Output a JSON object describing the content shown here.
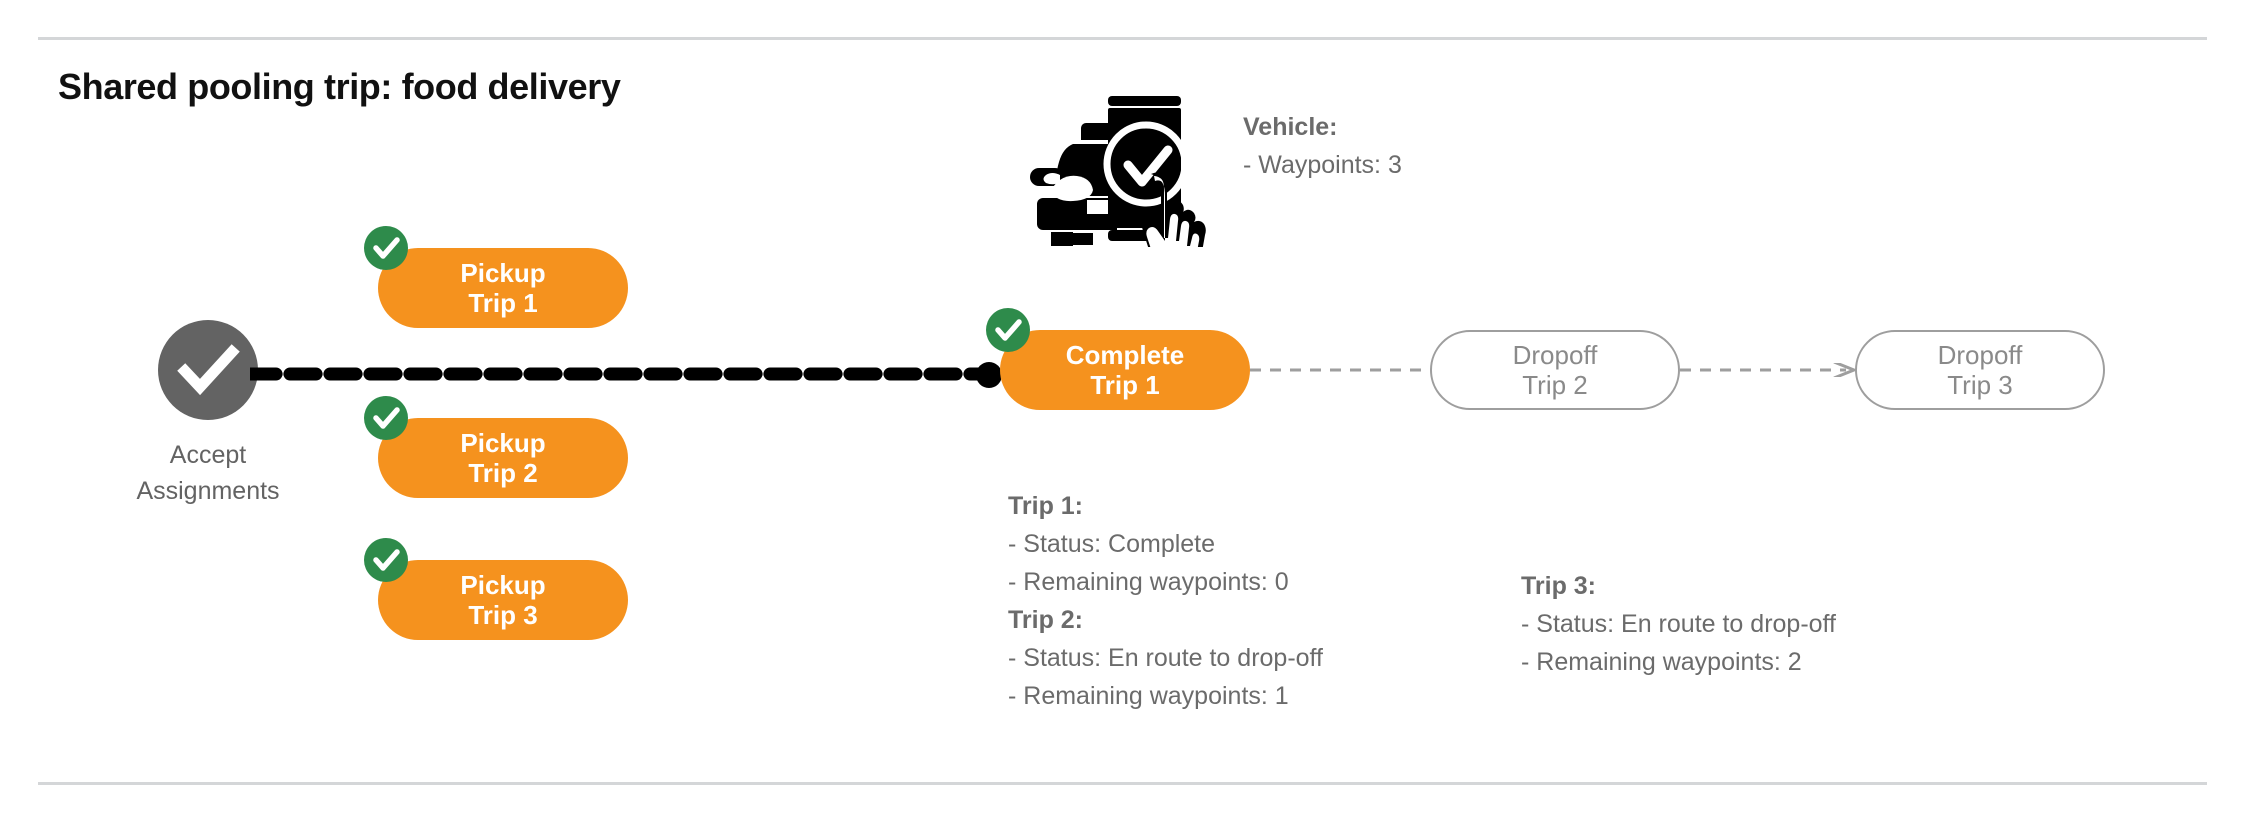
{
  "slide": {
    "title": "Shared pooling trip: food delivery"
  },
  "colors": {
    "pill_fill": "#F5921E",
    "check_badge": "#2E8B4B",
    "accept_node": "#636363",
    "outline_pill_border": "#9e9e9e",
    "outline_pill_text": "#8a8a8a",
    "body_text": "#6b6b6b",
    "divider": "#d4d6d8",
    "dot": "#000000"
  },
  "vehicle": {
    "icon": "car-phone-check-icon",
    "label": "Vehicle:",
    "waypoints_row": "- Waypoints: 3",
    "waypoints_value": "3"
  },
  "accept": {
    "icon": "check-circle-icon",
    "label_line1": "Accept",
    "label_line2": "Assignments"
  },
  "nodes": {
    "pickup1": {
      "line1": "Pickup",
      "line2": "Trip 1",
      "badge": "check-icon"
    },
    "pickup2": {
      "line1": "Pickup",
      "line2": "Trip 2",
      "badge": "check-icon"
    },
    "pickup3": {
      "line1": "Pickup",
      "line2": "Trip 3",
      "badge": "check-icon"
    },
    "complete1": {
      "line1": "Complete",
      "line2": "Trip 1",
      "badge": "check-icon"
    },
    "dropoff2": {
      "line1": "Dropoff",
      "line2": "Trip 2"
    },
    "dropoff3": {
      "line1": "Dropoff",
      "line2": "Trip 3"
    }
  },
  "trips": {
    "left": {
      "trip1_header": "Trip 1:",
      "trip1_status": "- Status:  Complete",
      "trip1_waypoints": "- Remaining waypoints: 0",
      "trip2_header": "Trip 2:",
      "trip2_status": "- Status:  En route to drop-off",
      "trip2_waypoints": "- Remaining waypoints: 1"
    },
    "right": {
      "trip3_header": "Trip 3:",
      "trip3_status": "- Status:  En route to drop-off",
      "trip3_waypoints": "- Remaining waypoints: 2"
    }
  }
}
